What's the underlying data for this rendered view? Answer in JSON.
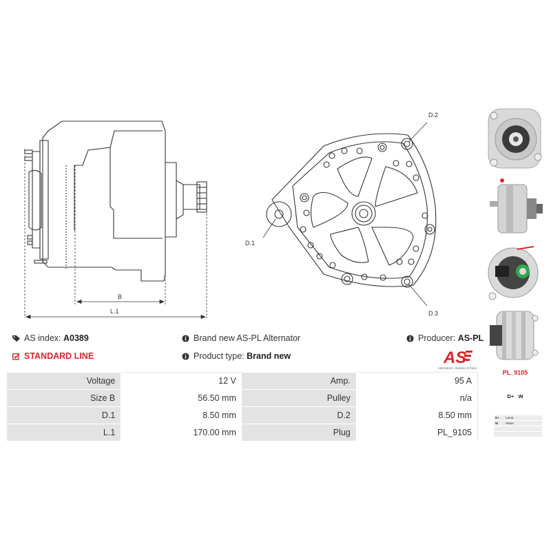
{
  "drawing": {
    "labels": {
      "b": "B",
      "l1": "L.1",
      "d1": "D.1",
      "d2": "D.2",
      "d3": "D.3"
    }
  },
  "info": {
    "as_index_label": "AS index:",
    "as_index_value": "A0389",
    "standard_line": "STANDARD LINE",
    "description": "Brand new AS-PL Alternator",
    "product_type_label": "Product type:",
    "product_type_value": "Brand new",
    "producer_label": "Producer:",
    "producer_value": "AS-PL"
  },
  "logo": {
    "text": "AS",
    "tagline": "Alternators, Starters & Parts"
  },
  "specs": [
    {
      "label": "Voltage",
      "value": "12 V",
      "label2": "Amp.",
      "value2": "95 A"
    },
    {
      "label": "Size B",
      "value": "56.50 mm",
      "label2": "Pulley",
      "value2": "n/a"
    },
    {
      "label": "D.1",
      "value": "8.50 mm",
      "label2": "D.2",
      "value2": "8.50 mm"
    },
    {
      "label": "L.1",
      "value": "170.00 mm",
      "label2": "Plug",
      "value2": "PL_9105"
    }
  ],
  "plug": {
    "title": "PL_9105",
    "pins": "D+   W",
    "rows": [
      {
        "k": "D+",
        "v": "Lamp"
      },
      {
        "k": "W",
        "v": "Stator"
      },
      {
        "k": "",
        "v": ""
      },
      {
        "k": "",
        "v": ""
      }
    ]
  },
  "colors": {
    "accent_red": "#d9262b",
    "label_bg": "#e3e3e3",
    "line": "#333333"
  },
  "icons": [
    "tag-icon",
    "info-icon",
    "checkbox-icon"
  ]
}
